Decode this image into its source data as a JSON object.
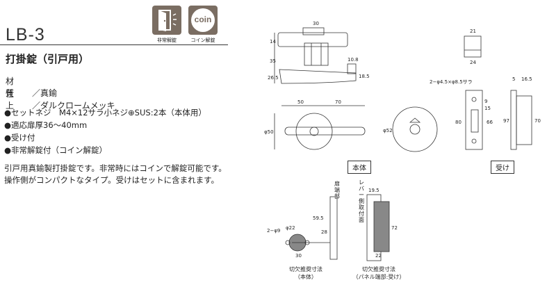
{
  "product": {
    "title": "LB-3",
    "subtitle": "打掛錠（引戸用）"
  },
  "badges": [
    {
      "name": "emergency-unlock",
      "caption": "非常解錠"
    },
    {
      "name": "coin-unlock",
      "text": "coin",
      "caption": "コイン解錠"
    }
  ],
  "specs": [
    {
      "key": "材質",
      "value": "／真鍮"
    },
    {
      "key": "仕上",
      "value": "／ダルクロームメッキ"
    }
  ],
  "bullets": [
    "●セットネジ　M4×12サラ小ネジ⊕SUS:2本（本体用）",
    "●適応扉厚36～40mm",
    "●受け付",
    "●非常解錠付（コイン解錠）"
  ],
  "description": "引戸用真鍮製打掛錠です。非常時にはコインで解錠可能です。操作側がコンパクトなタイプ。受けはセットに含まれます。",
  "drawings": {
    "body_label": "本体",
    "strike_label": "受け",
    "cutout_body_caption_1": "切欠推奨寸法",
    "cutout_body_caption_2": "（本体）",
    "cutout_strike_caption_1": "切欠推奨寸法",
    "cutout_strike_caption_2": "（パネル端部:受け）",
    "side_label_1": "扉端部",
    "side_label_2": "レバー側取付面",
    "dims": {
      "d30": "30",
      "d14": "14",
      "d35": "35",
      "d265": "26.5",
      "d108": "10.8",
      "d185": "18.5",
      "d50": "50",
      "d70": "70",
      "phi50": "φ50",
      "phi52": "φ52",
      "s21": "21",
      "s24": "24",
      "holes": "2−φ4.5×φ8.5サラ",
      "s5": "5",
      "s165": "16.5",
      "s9": "9",
      "s15": "15",
      "s80": "80",
      "s66": "66",
      "s97": "97",
      "s70": "70",
      "c595": "59.5",
      "c2phi9": "2−φ9",
      "cphi22": "φ22",
      "c28": "28",
      "c30": "30",
      "c195": "19.5",
      "c72": "72",
      "c22": "22"
    }
  }
}
